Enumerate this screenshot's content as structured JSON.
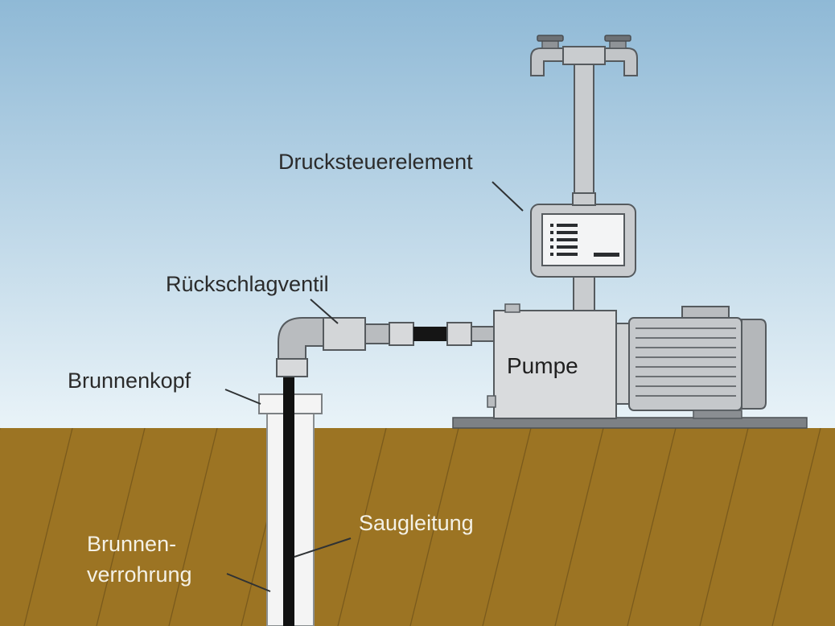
{
  "labels": {
    "drucksteuerelement": "Drucksteuerelement",
    "rueckschlagventil": "Rückschlagventil",
    "brunnenkopf": "Brunnenkopf",
    "pumpe": "Pumpe",
    "saugleitung": "Saugleitung",
    "brunnenverrohrung_1": "Brunnen-",
    "brunnenverrohrung_2": "verrohrung"
  },
  "colors": {
    "sky_top": "#8fb9d6",
    "sky_bottom": "#e9f3f8",
    "soil": "#9c7423",
    "soil_line": "#7a5a1c",
    "pipe_gray": "#c9cccf",
    "outline": "#555a5e",
    "suction_pipe": "#111111",
    "well_casing": "#f4f4f4"
  }
}
